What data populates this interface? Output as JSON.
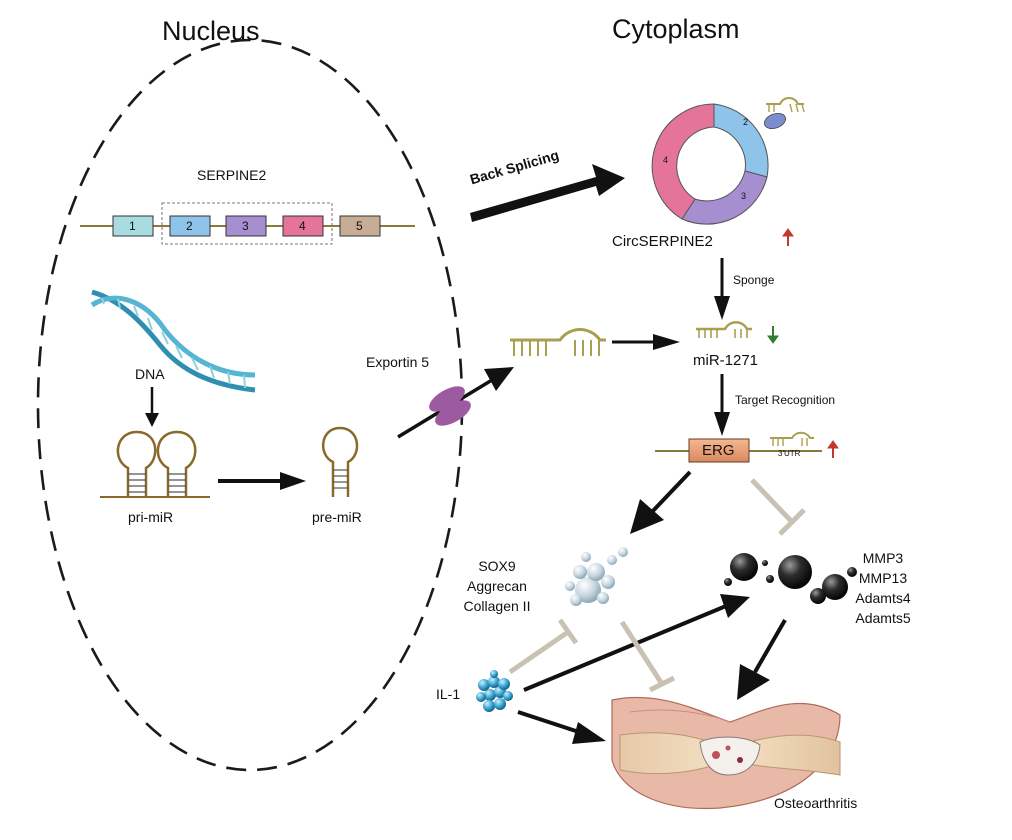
{
  "titles": {
    "nucleus": "Nucleus",
    "cytoplasm": "Cytoplasm"
  },
  "gene": {
    "name": "SERPINE2",
    "exons": [
      "1",
      "2",
      "3",
      "4",
      "5"
    ]
  },
  "labels": {
    "dna": "DNA",
    "pri_mir": "pri-miR",
    "pre_mir": "pre-miR",
    "exportin": "Exportin 5",
    "back_splicing": "Back Splicing",
    "circ": "CircSERPINE2",
    "sponge": "Sponge",
    "mir": "miR-1271",
    "target_recognition": "Target Recognition",
    "erg": "ERG",
    "utr": "3'UTR",
    "il1": "IL-1",
    "osteoarthritis": "Osteoarthritis"
  },
  "circ_segments": [
    "2",
    "3",
    "4"
  ],
  "anabolic_markers": [
    "SOX9",
    "Aggrecan",
    "Collagen II"
  ],
  "catabolic_markers": [
    "MMP3",
    "MMP13",
    "Adamts4",
    "Adamts5"
  ],
  "colors": {
    "exon1": "#a8dce0",
    "exon2": "#8ec3ea",
    "exon3": "#a58fd0",
    "exon4": "#e4749a",
    "exon5": "#c7ad96",
    "up_arrow": "#c0392b",
    "down_arrow": "#2e7d32",
    "erg_box": "#e8a27a",
    "inhibit": "#c9c2b2",
    "dna": "#3b9ab8",
    "rna": "#8a6a2a",
    "exportin": "#9c5aa0"
  }
}
